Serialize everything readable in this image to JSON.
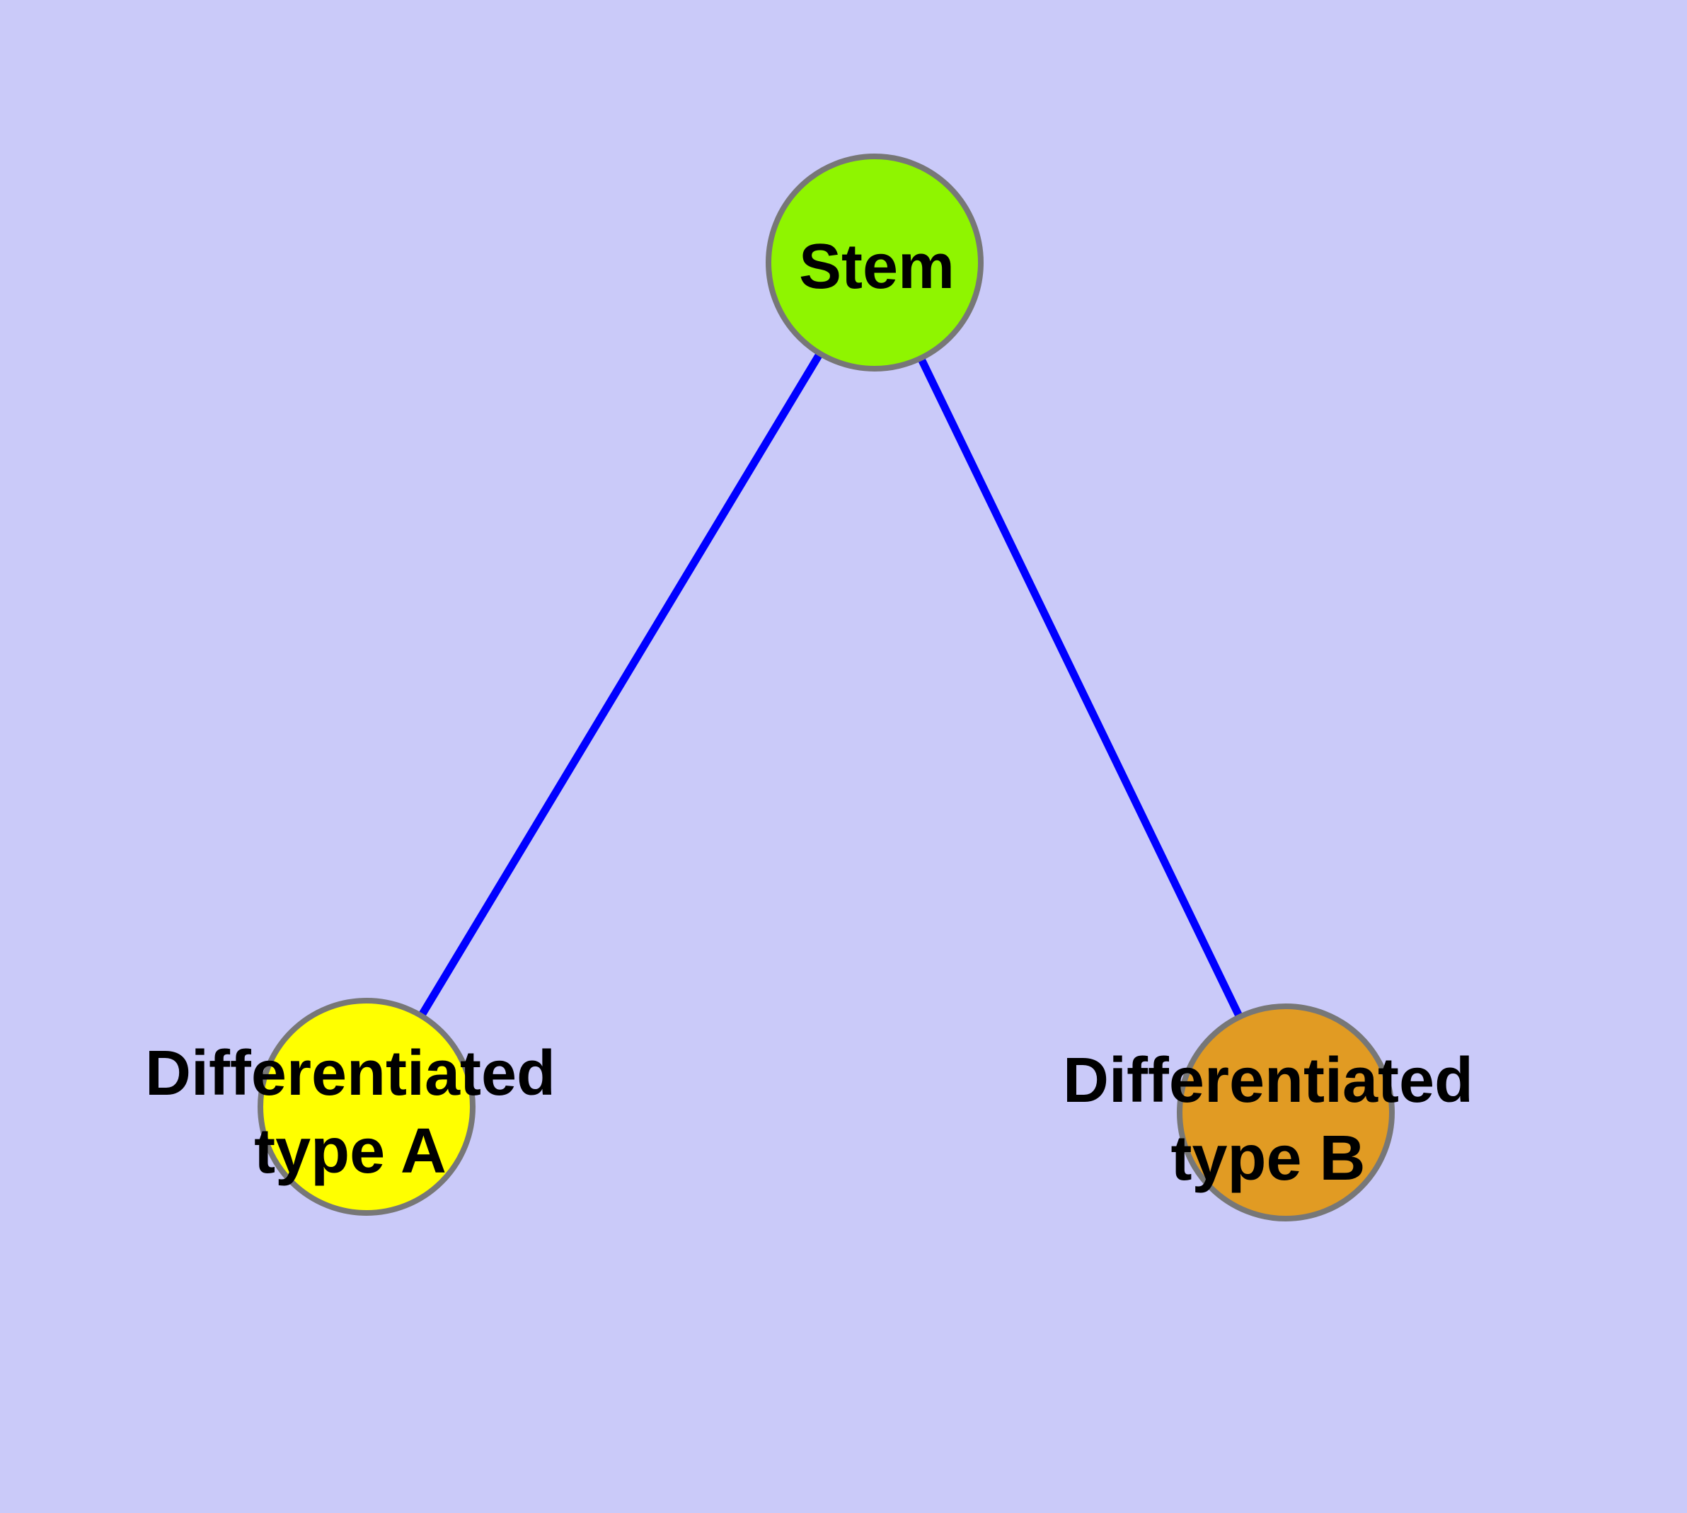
{
  "diagram": {
    "type": "graph",
    "background_color": "#CACAF9",
    "edge_color": "#0000FF",
    "node_border_color": "#777777",
    "label_color": "#000000",
    "nodes": [
      {
        "id": "stem",
        "lines": [
          "Stem"
        ],
        "color": "#8FF500"
      },
      {
        "id": "differentiated-type-a",
        "lines": [
          "Differentiated",
          "type A"
        ],
        "color": "#FFFF00"
      },
      {
        "id": "differentiated-type-b",
        "lines": [
          "Differentiated",
          "type B"
        ],
        "color": "#E19B23"
      }
    ],
    "edges": [
      {
        "from": "stem",
        "to": "differentiated-type-a"
      },
      {
        "from": "stem",
        "to": "differentiated-type-b"
      }
    ]
  }
}
